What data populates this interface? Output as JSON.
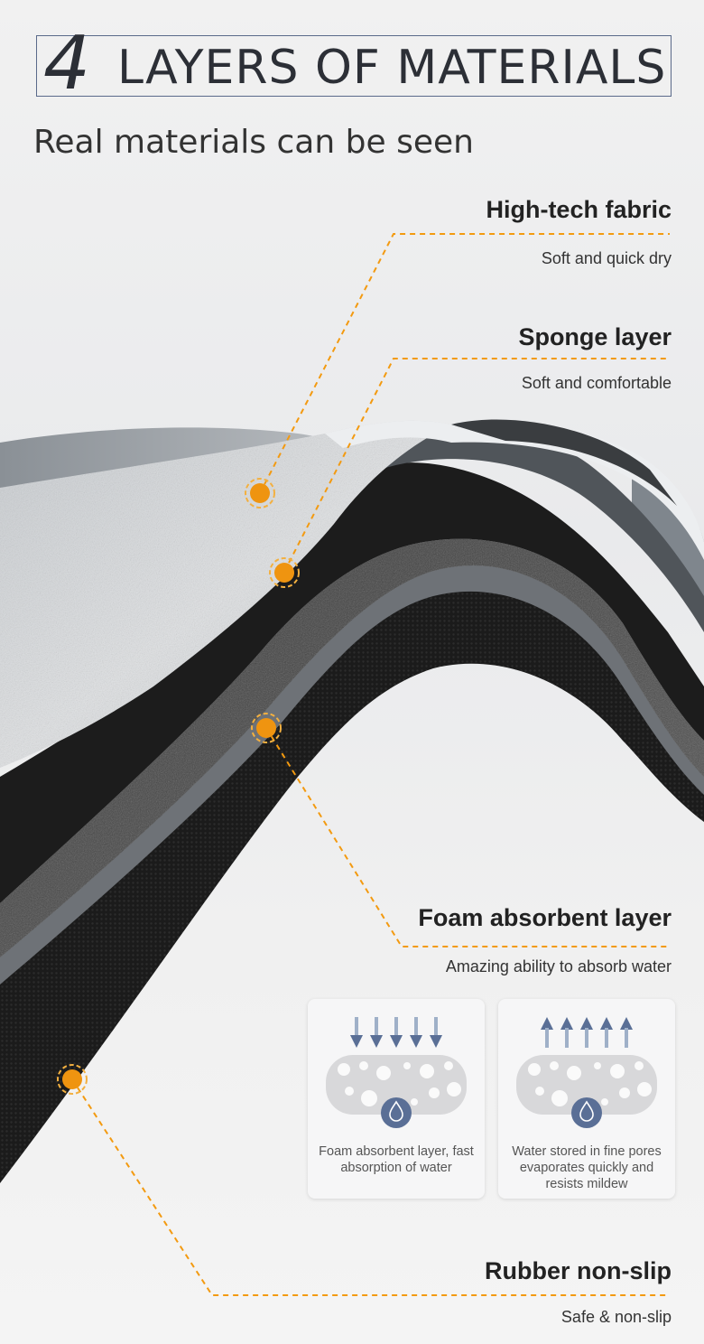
{
  "header": {
    "number": "4",
    "title": "LAYERS OF MATERIALS",
    "subtitle": "Real materials can be seen"
  },
  "layers": [
    {
      "name": "High-tech fabric",
      "desc": "Soft and quick dry"
    },
    {
      "name": "Sponge layer",
      "desc": "Soft and comfortable"
    },
    {
      "name": "Foam absorbent layer",
      "desc": "Amazing ability to absorb water"
    },
    {
      "name": "Rubber non-slip",
      "desc": "Safe & non-slip"
    }
  ],
  "cards": [
    {
      "caption": "Foam absorbent layer, fast absorption of water",
      "icon": "arrows-down-icon"
    },
    {
      "caption": "Water stored in fine pores evaporates quickly and resists mildew",
      "icon": "arrows-up-icon"
    }
  ],
  "colors": {
    "accent": "#f39a10",
    "dot": "#ef9410",
    "text_dark": "#222222",
    "arrow_blue": "#5a6f96",
    "drop_blue": "#5a6f96"
  }
}
